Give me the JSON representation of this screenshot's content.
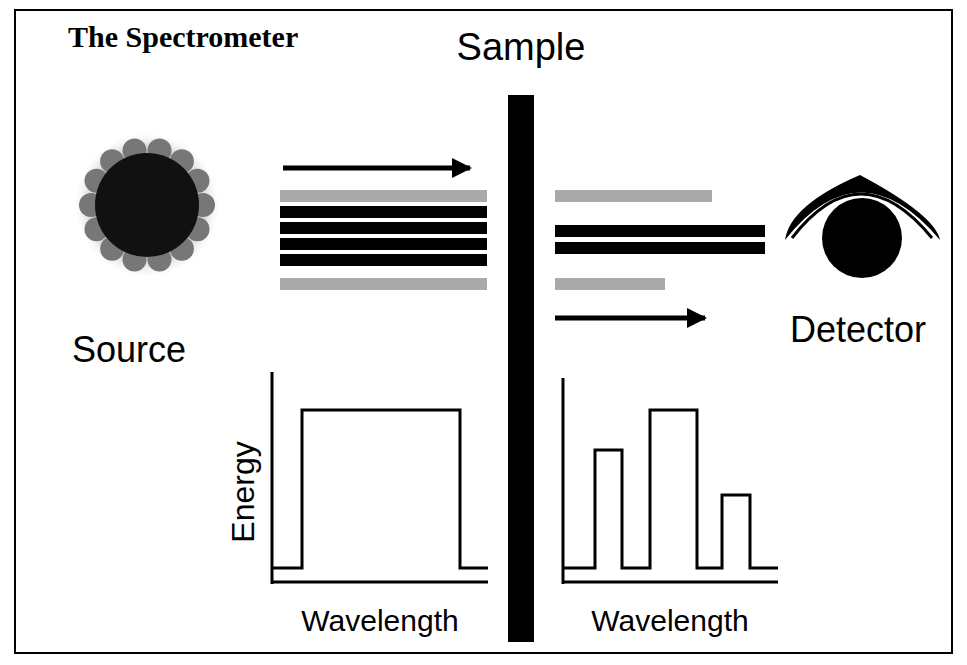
{
  "diagram": {
    "title": "The Spectrometer",
    "labels": [
      "Sample",
      "Source",
      "Detector",
      "Energy",
      "Wavelength",
      "Wavelength"
    ]
  }
}
